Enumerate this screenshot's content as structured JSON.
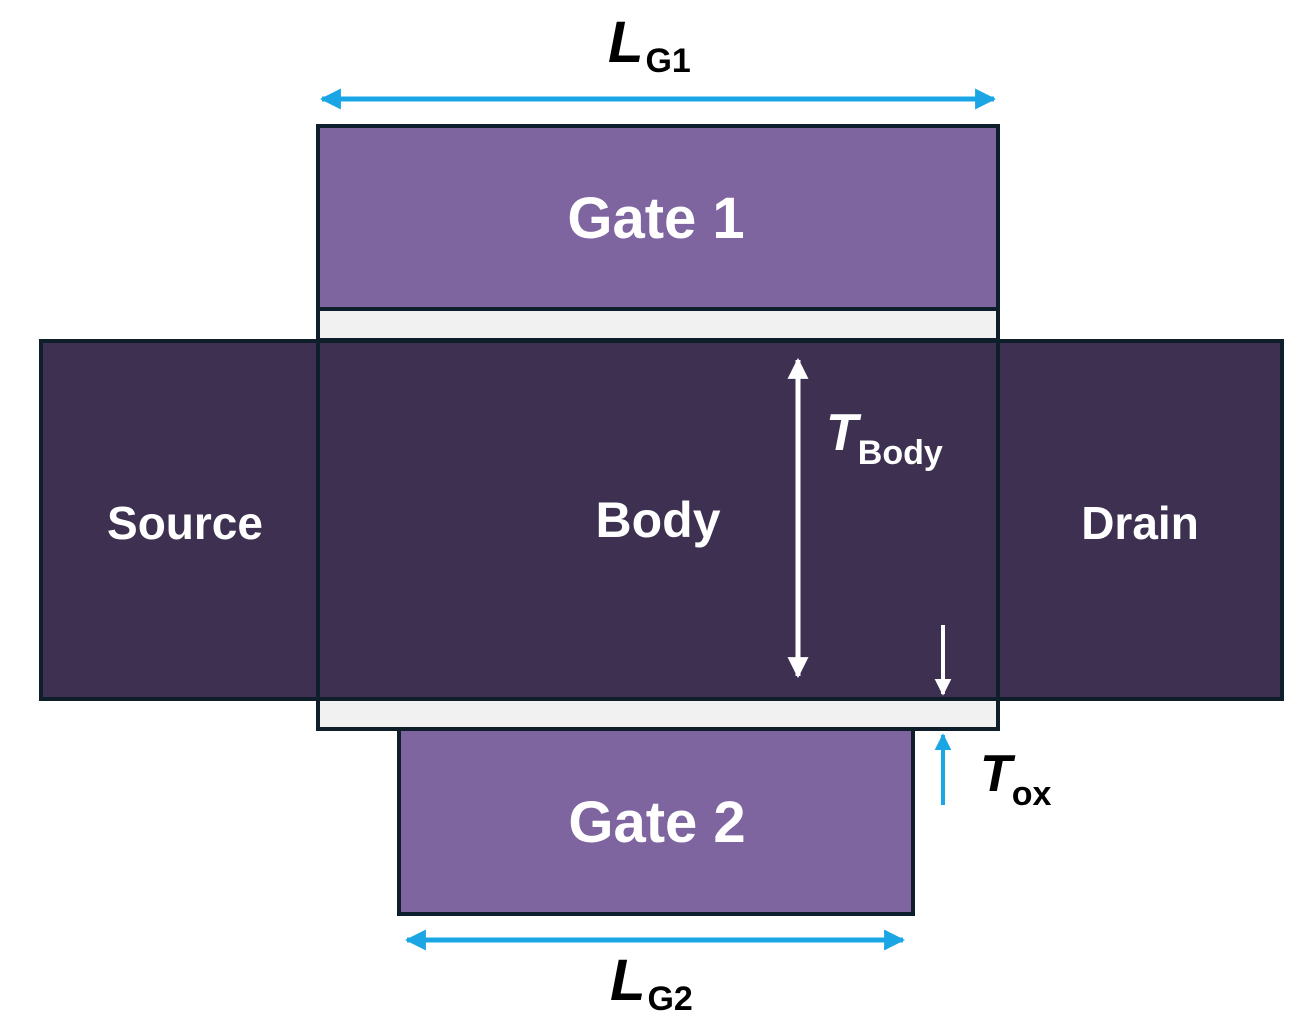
{
  "labels": {
    "gate1": "Gate 1",
    "gate2": "Gate 2",
    "source": "Source",
    "body": "Body",
    "drain": "Drain"
  },
  "dimensions": {
    "lg1_main": "L",
    "lg1_sub": "G1",
    "lg2_main": "L",
    "lg2_sub": "G2",
    "tbody_main": "T",
    "tbody_sub": "Body",
    "tox_main": "T",
    "tox_sub": "ox"
  },
  "colors": {
    "gate": "#7e65a0",
    "channel": "#3d3050",
    "oxide": "#f1f1f1",
    "outline": "#0e1f2b",
    "dimension_arrow": "#1aa6e4",
    "white_arrow": "#ffffff"
  }
}
